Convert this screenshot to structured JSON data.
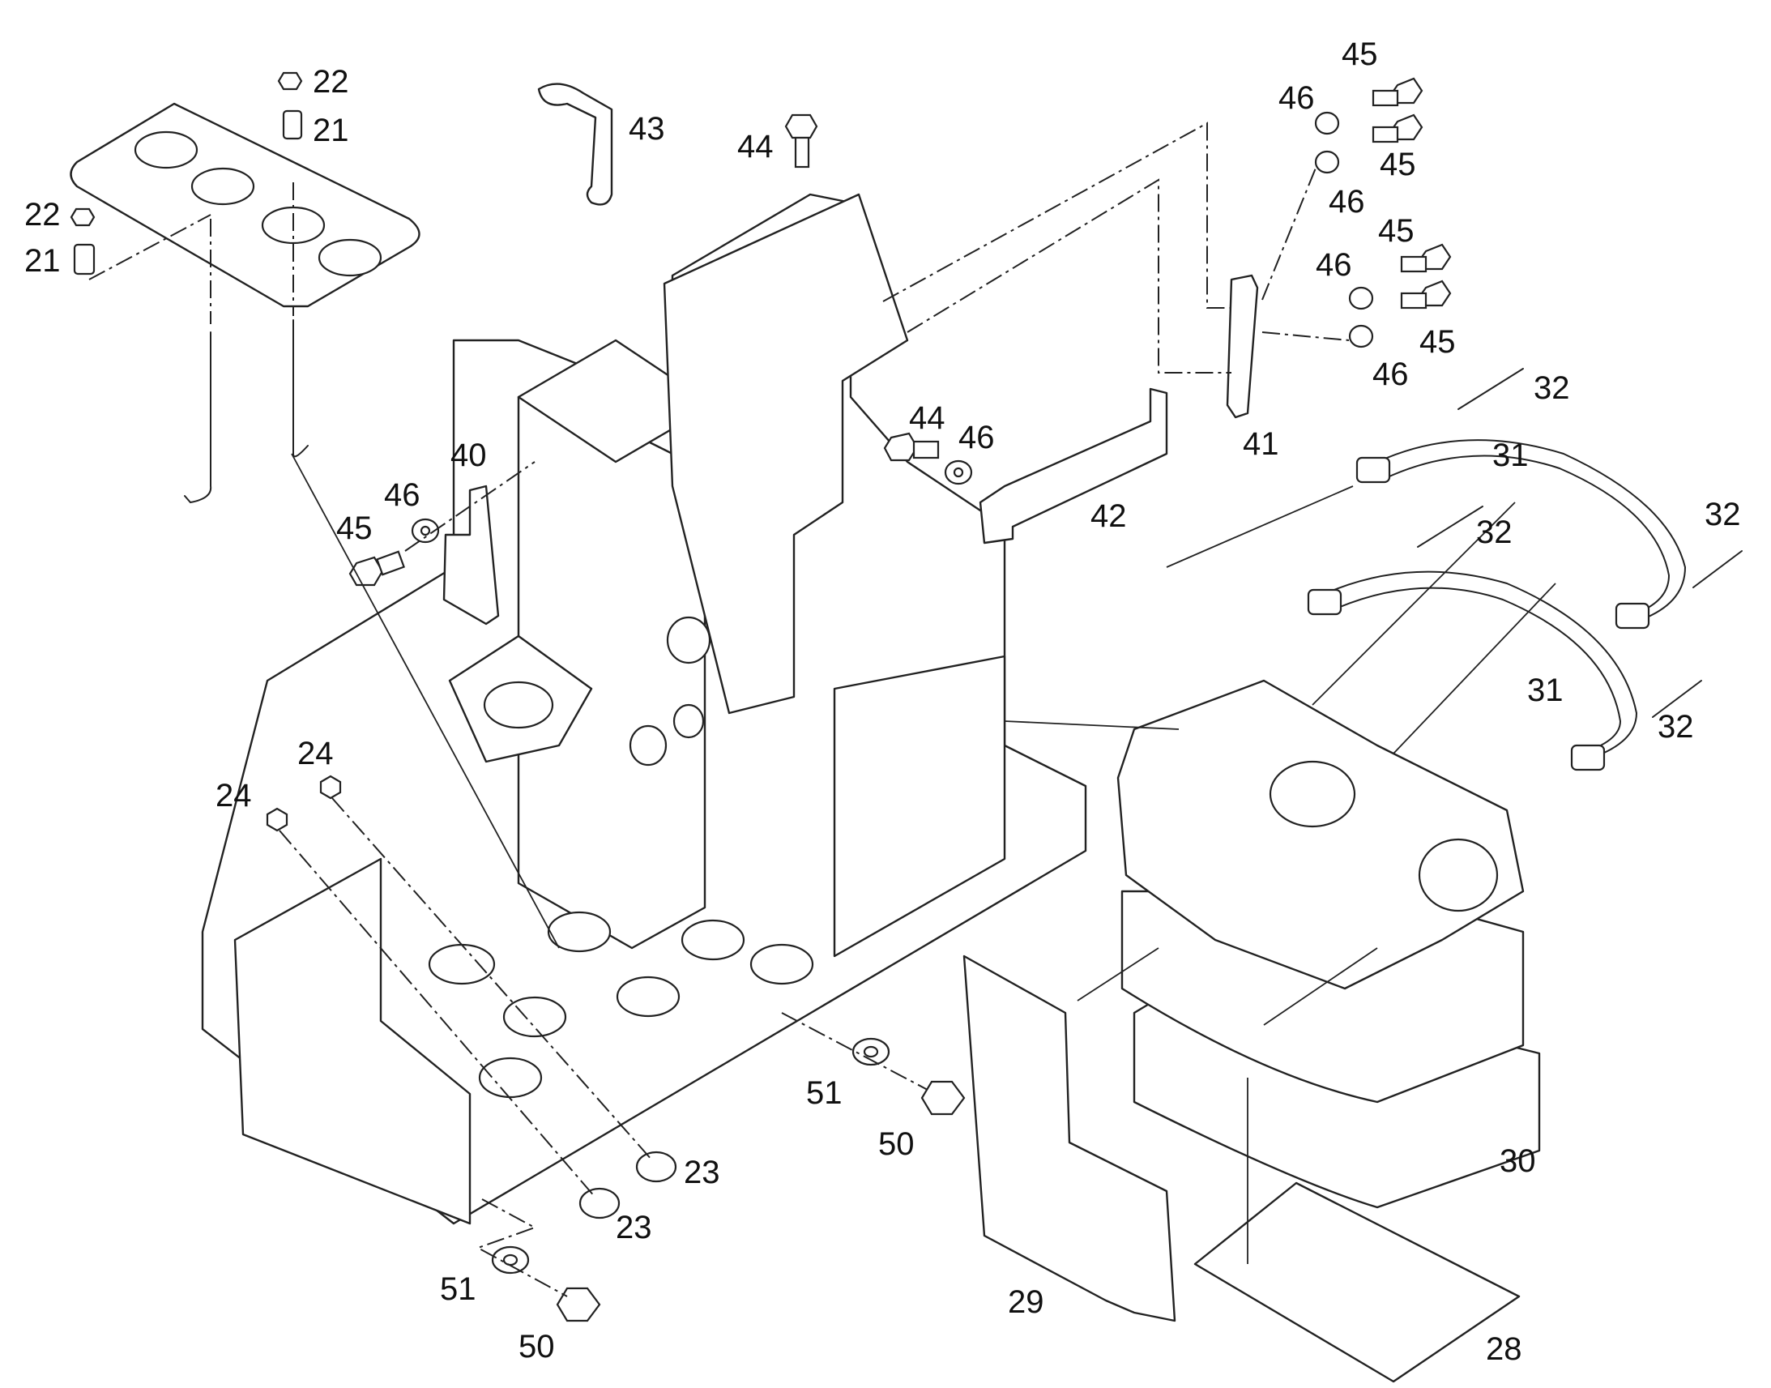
{
  "callouts": [
    "22",
    "21",
    "22",
    "21",
    "43",
    "44",
    "45",
    "46",
    "45",
    "46",
    "45",
    "46",
    "45",
    "46",
    "40",
    "46",
    "45",
    "44",
    "46",
    "42",
    "41",
    "32",
    "31",
    "32",
    "32",
    "31",
    "32",
    "24",
    "24",
    "51",
    "50",
    "23",
    "23",
    "51",
    "50",
    "29",
    "30",
    "28"
  ]
}
